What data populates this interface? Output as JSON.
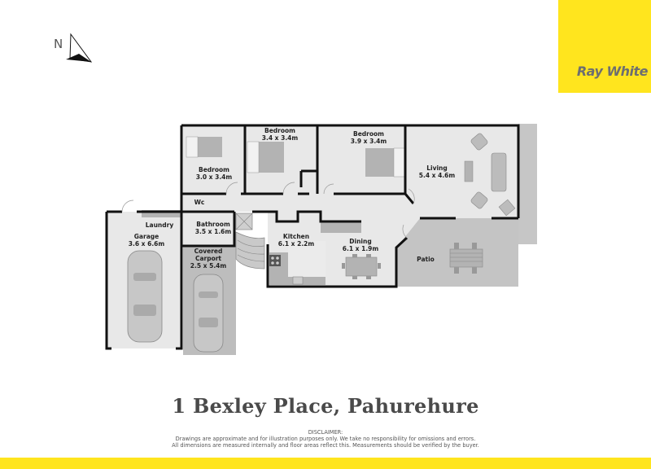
{
  "brand": {
    "name": "Ray White",
    "color": "#ffe51e",
    "text_color": "#6d6e70"
  },
  "compass": {
    "letter": "N",
    "icon": "north-arrow-icon"
  },
  "floorplan": {
    "rooms": [
      {
        "name": "Bedroom",
        "dimensions": "3.0 x 3.4m"
      },
      {
        "name": "Bedroom",
        "dimensions": "3.4 x 3.4m"
      },
      {
        "name": "Bedroom",
        "dimensions": "3.9 x 3.4m"
      },
      {
        "name": "Living",
        "dimensions": "5.4 x 4.6m"
      },
      {
        "name": "Wc",
        "dimensions": ""
      },
      {
        "name": "Laundry",
        "dimensions": ""
      },
      {
        "name": "Bathroom",
        "dimensions": "3.5 x 1.6m"
      },
      {
        "name": "Garage",
        "dimensions": "3.6 x 6.6m"
      },
      {
        "name": "Covered Carport",
        "line1": "Covered",
        "line2": "Carport",
        "dimensions": "2.5 x 5.4m"
      },
      {
        "name": "Kitchen",
        "dimensions": "6.1 x 2.2m"
      },
      {
        "name": "Dining",
        "dimensions": "6.1 x 1.9m"
      },
      {
        "name": "Patio",
        "dimensions": ""
      }
    ],
    "colors": {
      "wall": "#111111",
      "interior": "#e8e8e8",
      "carport": "#bdbdbd",
      "patio": "#c4c4c4",
      "furniture": "#a9a9a9"
    }
  },
  "address": "1 Bexley Place, Pahurehure",
  "disclaimer": {
    "heading": "DISCLAIMER:",
    "line1": "Drawings are approximate and for illustration purposes only. We take no responsibility for omissions and errors.",
    "line2": "All dimensions are measured internally and floor areas reflect this. Measurements should be verified by the buyer."
  }
}
